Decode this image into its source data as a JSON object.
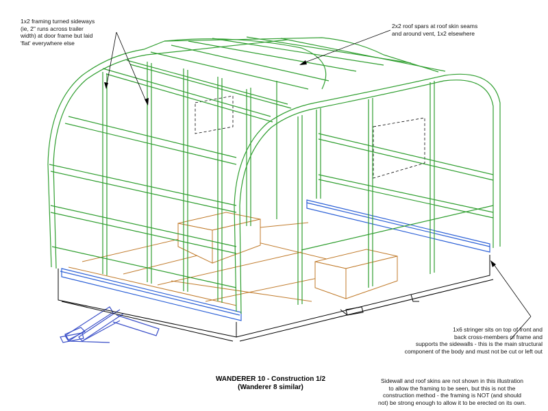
{
  "annotations": {
    "framing_note": "1x2 framing turned sideways\n(ie, 2\" runs across trailer\nwidth) at door frame but laid\n'flat' everywhere else",
    "roof_spars_note": "2x2 roof spars at roof skin seams\nand around vent, 1x2 elsewhere",
    "stringer_note": "1x6 stringer sits on top of front and\nback cross-members of frame and\nsupports the sidewalls - this is the main structural\ncomponent of the body and must not be cut or left out",
    "skins_note": "Sidewall and roof skins are not shown in this illustration\nto allow the framing to be seen, but this is not the\nconstruction method - the framing is NOT (and should\nnot) be strong enough to allow it to be erected on its own."
  },
  "title": {
    "line1": "WANDERER 10  -  Construction 1/2",
    "line2": "(Wanderer 8 similar)"
  },
  "colors": {
    "framing": "#2f9e2f",
    "stringer": "#2a5fd6",
    "furniture": "#c07a2a",
    "trailer": "#3a4fc8",
    "outline": "#000000"
  }
}
